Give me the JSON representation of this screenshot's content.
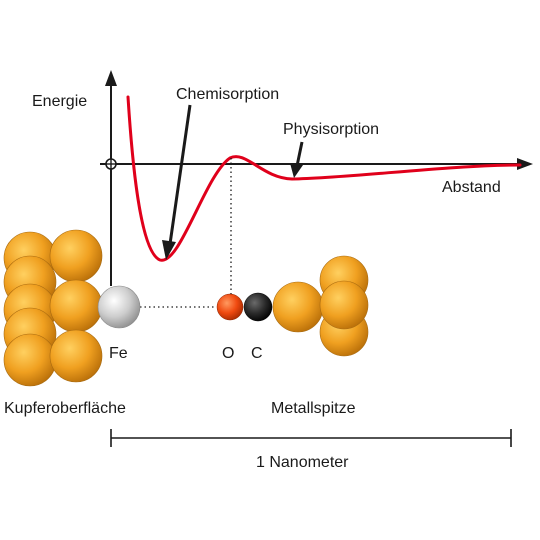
{
  "labels": {
    "energy_axis": "Energie",
    "distance_axis": "Abstand",
    "chemisorption": "Chemisorption",
    "physisorption": "Physisorption",
    "iron_atom": "Fe",
    "oxygen_atom": "O",
    "carbon_atom": "C",
    "copper_surface": "Kupferoberfläche",
    "metal_tip": "Metallspitze",
    "scale_bar": "1 Nanometer"
  },
  "colors": {
    "potential_curve": "#e0001b",
    "copper_atom": "#f0a020",
    "iron_atom": "#c8c8c8",
    "oxygen_atom": "#f04a10",
    "carbon_atom": "#2a2a2a",
    "axis": "#1a1a1a"
  }
}
